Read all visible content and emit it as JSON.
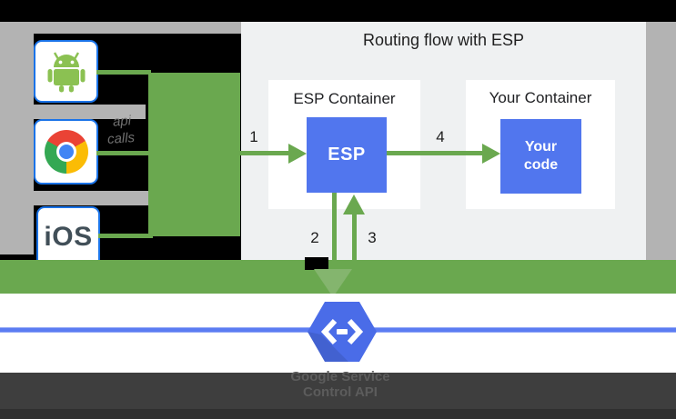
{
  "diagram": {
    "title": "Routing flow with ESP",
    "clients": {
      "api_note_line1": "api",
      "api_note_line2": "calls",
      "ios_label": "iOS"
    },
    "esp_container": {
      "title": "ESP Container",
      "esp_label": "ESP"
    },
    "your_container": {
      "title": "Your Container",
      "code_label_line1": "Your",
      "code_label_line2": "code"
    },
    "step_labels": [
      "1",
      "2",
      "3",
      "4"
    ],
    "footer": {
      "caption_line1": "Google Service",
      "caption_line2": "Control API"
    },
    "icons": [
      "android-icon",
      "chrome-icon",
      "endpoints-hexagon-icon",
      "code-brackets-icon"
    ],
    "colors": {
      "green": "#6aa84f",
      "container_blue": "#5176ee",
      "hexagon_blue": "#4a6ce8",
      "network_line_blue": "#5b7cf2",
      "client_box_border_blue": "#1a73e8",
      "backdrop_gray": "#b3b3b3",
      "panel_gray": "#eff1f2",
      "footer_gray": "#3e3e3e"
    }
  }
}
